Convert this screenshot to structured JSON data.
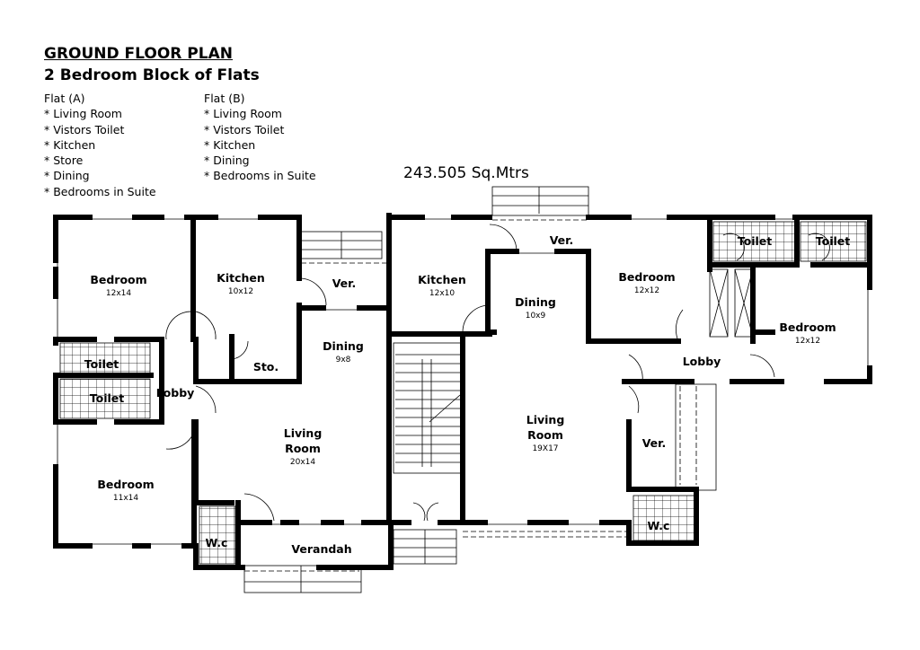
{
  "header": {
    "title": "GROUND FLOOR PLAN",
    "subtitle": "2 Bedroom Block of Flats",
    "area": "243.505 Sq.Mtrs"
  },
  "flat_a": {
    "heading": "Flat (A)",
    "items": [
      "* Living Room",
      "* Vistors Toilet",
      "* Kitchen",
      "* Store",
      "* Dining",
      "* Bedrooms in Suite"
    ]
  },
  "flat_b": {
    "heading": "Flat (B)",
    "items": [
      "* Living Room",
      "* Vistors Toilet",
      "* Kitchen",
      "* Dining",
      "* Bedrooms in Suite"
    ]
  },
  "rooms_a": {
    "bedroom1": {
      "name": "Bedroom",
      "size": "12x14"
    },
    "kitchen": {
      "name": "Kitchen",
      "size": "10x12"
    },
    "ver": {
      "name": "Ver."
    },
    "toilet1": {
      "name": "Toilet"
    },
    "toilet2": {
      "name": "Toilet"
    },
    "lobby": {
      "name": "Lobby"
    },
    "store": {
      "name": "Sto."
    },
    "dining": {
      "name": "Dining",
      "size": "9x8"
    },
    "living1": "Living",
    "living2": "Room",
    "living_size": "20x14",
    "bedroom2": {
      "name": "Bedroom",
      "size": "11x14"
    },
    "wc": {
      "name": "W.c"
    },
    "verandah": {
      "name": "Verandah"
    }
  },
  "rooms_b": {
    "kitchen": {
      "name": "Kitchen",
      "size": "12x10"
    },
    "ver_top": {
      "name": "Ver."
    },
    "dining": {
      "name": "Dining",
      "size": "10x9"
    },
    "bedroom1": {
      "name": "Bedroom",
      "size": "12x12"
    },
    "toilet1": {
      "name": "Toilet"
    },
    "toilet2": {
      "name": "Toilet"
    },
    "bedroom2": {
      "name": "Bedroom",
      "size": "12x12"
    },
    "lobby": {
      "name": "Lobby"
    },
    "living1": "Living",
    "living2": "Room",
    "living_size": "19X17",
    "ver_side": {
      "name": "Ver."
    },
    "wc": {
      "name": "W.c"
    }
  }
}
